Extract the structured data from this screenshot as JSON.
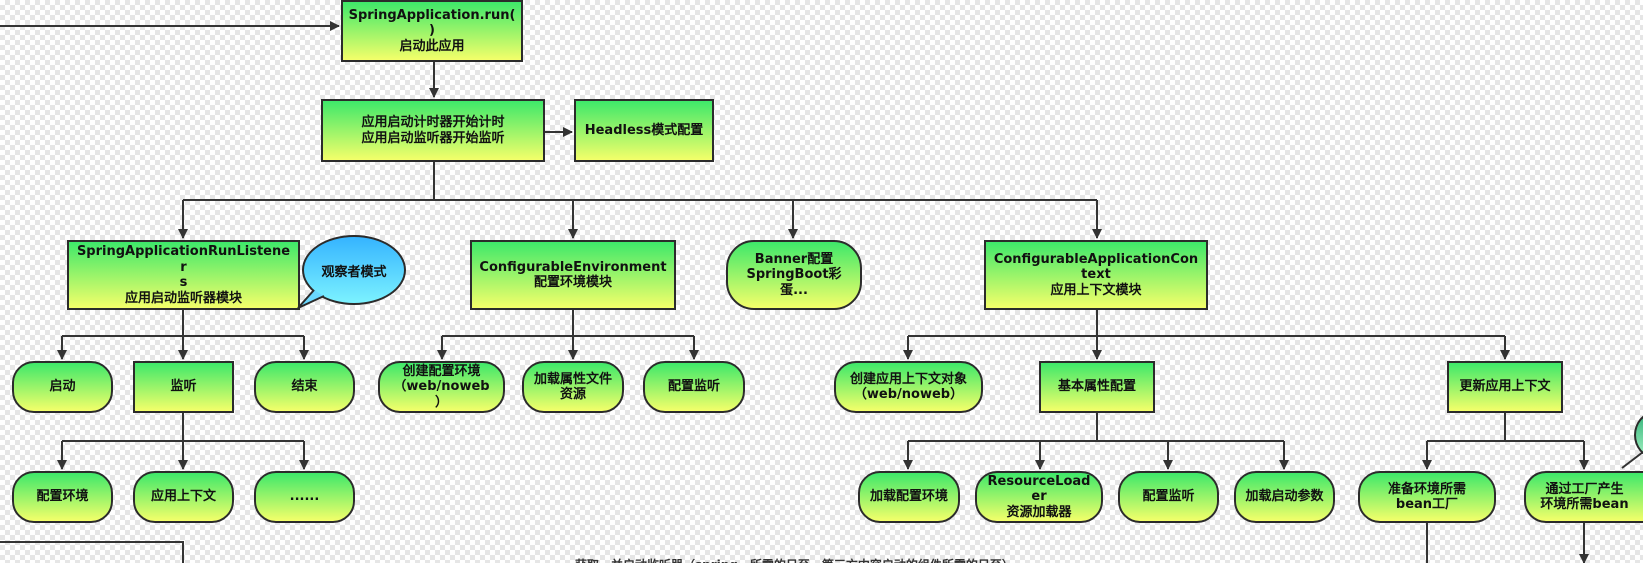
{
  "colors": {
    "node_gradient_top": "#3ee86a",
    "node_gradient_bottom": "#f4ff6a",
    "bubble_fill": "#5fd4ff",
    "connector": "#333333"
  },
  "nodes": {
    "run": "SpringApplication.run(\n)\n启动此应用",
    "timer": "应用启动计时器开始计时\n应用启动监听器开始监听",
    "headless": "Headless模式配置",
    "listeners": "SpringApplicationRunListener\ns\n应用启动监听器模块",
    "observer": "观察者模式",
    "env": "ConfigurableEnvironment\n配置环境模块",
    "banner": "Banner配置\nSpringBoot彩\n蛋...",
    "context": "ConfigurableApplicationCon\ntext\n应用上下文模块",
    "start": "启动",
    "listen": "监听",
    "finish": "结束",
    "create_env": "创建配置环境\n（web/noweb\n）",
    "load_props": "加载属性文件\n资源",
    "config_listen": "配置监听",
    "create_ctx": "创建应用上下文对象\n（web/noweb）",
    "basic_props": "基本属性配置",
    "refresh_ctx": "更新应用上下文",
    "cfg_env": "配置环境",
    "app_ctx": "应用上下文",
    "more": "......",
    "load_cfg_env": "加载配置环境",
    "resource_loader": "ResourceLoad\ner\n资源加载器",
    "config_listen2": "配置监听",
    "load_args": "加载启动参数",
    "prep_bean_factory": "准备环境所需\nbean工厂",
    "gen_bean": "通过工厂产生\n环境所需bean"
  },
  "caption": "获取、并启动监听器（spring、所需的日至，第三方内容启动的组件所需的日至）"
}
